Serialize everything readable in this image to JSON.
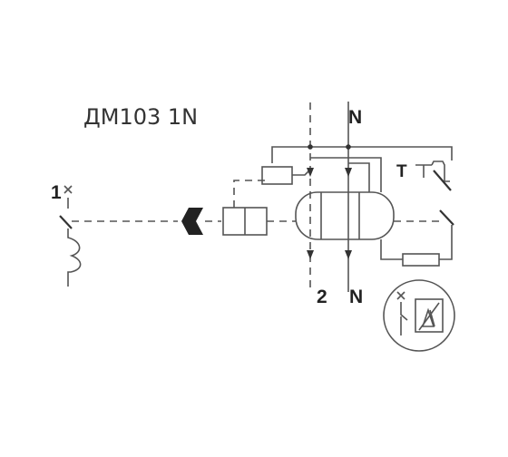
{
  "title": "ДМ103 1N",
  "terminals": {
    "phase_in": "1",
    "neutral_in": "N",
    "phase_out": "2",
    "neutral_out": "N",
    "test": "T"
  },
  "colors": {
    "line": "#555555",
    "heavy": "#333333",
    "text": "#222222"
  }
}
